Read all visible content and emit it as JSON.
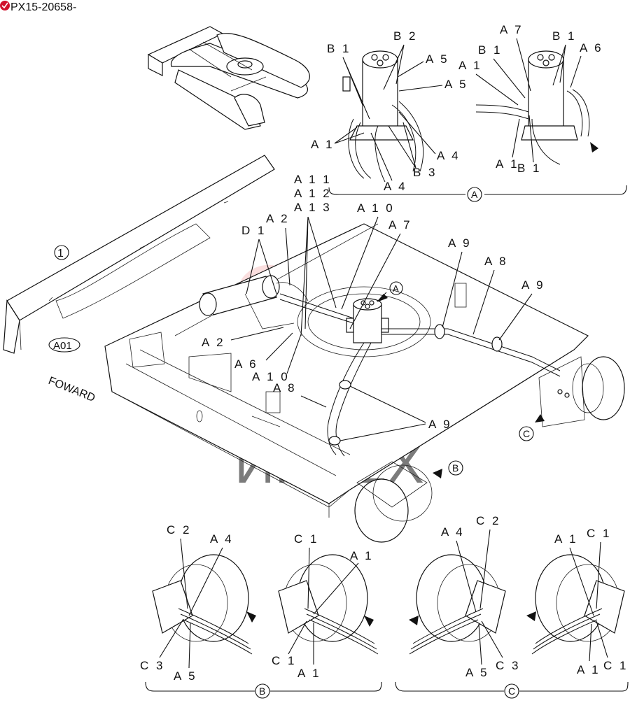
{
  "header": {
    "code": "PX15-20658-",
    "badge_color": "#d0102a"
  },
  "title_id": "A01",
  "item_number": "1",
  "direction_label": "FOWARD",
  "watermark_text": "ИНТЕХ",
  "view_marks": {
    "a": "A",
    "b": "B",
    "c": "C"
  },
  "main_callouts": {
    "d1": "D 1",
    "a2_top": "A 2",
    "a11": "A 1 1",
    "a12": "A 1 2",
    "a13": "A 1 3",
    "a10_top": "A 1 0",
    "a7": "A 7",
    "a9_left": "A 9",
    "a8_right": "A 8",
    "a9_right": "A 9",
    "a2_mid": "A 2",
    "a6": "A 6",
    "a10_mid": "A 1 0",
    "a8_mid": "A 8",
    "a9_bottom": "A 9"
  },
  "detail_a_left": {
    "b1": "B 1",
    "b2": "B 2",
    "a5_1": "A 5",
    "a5_2": "A 5",
    "a1": "A 1",
    "a4_r": "A 4",
    "b3": "B 3",
    "a4_b": "A 4"
  },
  "detail_a_right": {
    "a7": "A 7",
    "b1_top": "B 1",
    "a6": "A 6",
    "b1_left": "B 1",
    "a1": "A 1",
    "a1_bottom": "A 1",
    "b1_bottom": "B 1"
  },
  "detail_b_left": {
    "c2": "C 2",
    "a4": "A 4",
    "c3": "C 3",
    "a5": "A 5"
  },
  "detail_b_right": {
    "c1_top": "C 1",
    "a1_top": "A 1",
    "c1_bottom": "C 1",
    "a1_bottom": "A 1"
  },
  "detail_c_left": {
    "a4": "A 4",
    "c2": "C 2",
    "a5": "A 5",
    "c3": "C 3"
  },
  "detail_c_right": {
    "a1_top": "A 1",
    "c1_top": "C 1",
    "a1_bottom": "A 1",
    "c1_bottom": "C 1"
  }
}
